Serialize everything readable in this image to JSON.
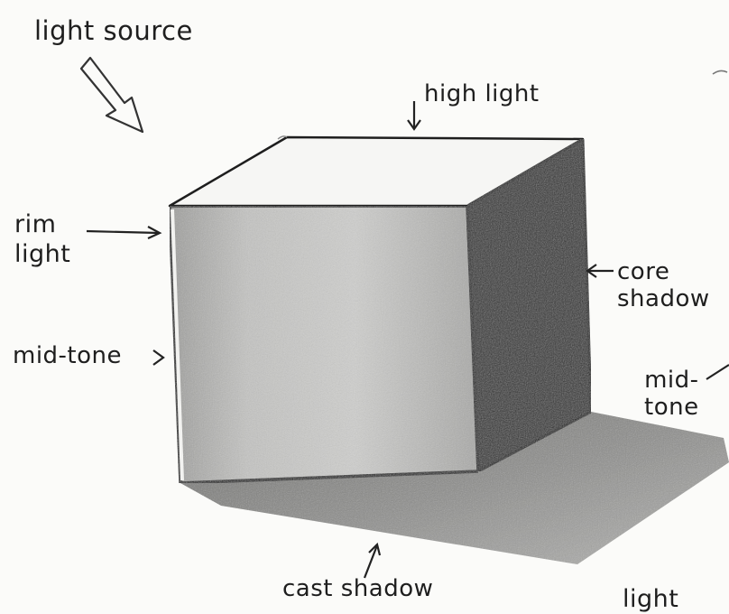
{
  "labels": {
    "light_source": "light source",
    "highlight": "high light",
    "rim_light": "rim\nlight",
    "core_shadow": "core\nshadow",
    "mid_tone_left": "mid-tone",
    "mid_tone_right": "mid-\ntone",
    "cast_shadow": "cast shadow",
    "light_bottom": "light"
  },
  "colors": {
    "paper": "#fbfbf9",
    "top_face": "#f6f6f4",
    "front_face": "#bdbdbb",
    "side_face": "#2a2a2a",
    "cast_shadow": "#8e8e8c",
    "pencil": "#1e1e1e"
  }
}
